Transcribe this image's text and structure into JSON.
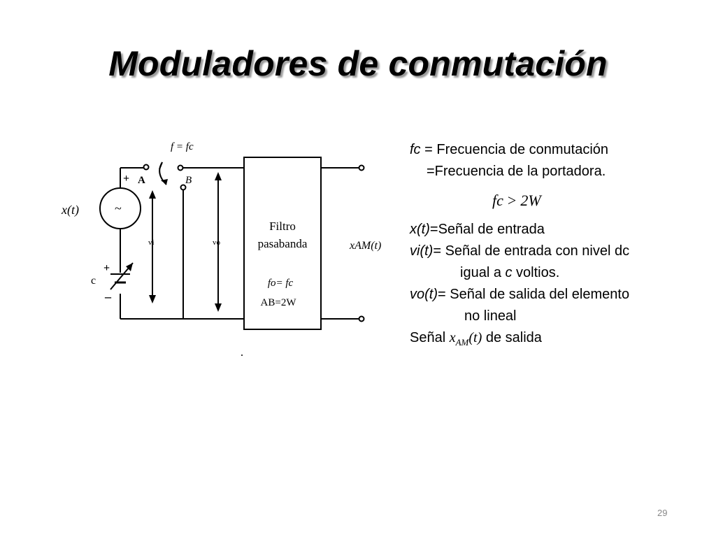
{
  "title": "Moduladores de conmutación",
  "diagram": {
    "switch_freq_label": "f = fc",
    "node_a": "A",
    "node_b": "B",
    "plus_top": "+",
    "input_label": "x(t)",
    "source_symbol": "~",
    "vi_label": "vi",
    "vo_label": "vo",
    "dc_label": "c",
    "dc_plus": "+",
    "dc_minus": "–",
    "filter_line1": "Filtro",
    "filter_line2": "pasabanda",
    "filter_fo": "fo= fc",
    "filter_bw": "AB=2W",
    "output_label": "xAM(t)"
  },
  "notes": {
    "line1_prefix": "fc",
    "line1_text": " = Frecuencia de conmutación",
    "line2": "=Frecuencia de la portadora.",
    "eq_left": "fc",
    "eq_op": ">",
    "eq_right": "2W",
    "x_prefix": "x(t)",
    "x_text": "=Señal de entrada",
    "vi_prefix": "vi(t)",
    "vi_text": "= Señal de entrada con nivel dc",
    "vi_cont_a": "igual a ",
    "vi_cont_c": "c",
    "vi_cont_b": " voltios.",
    "vo_prefix": "vo(t)",
    "vo_text": "= Señal de salida del elemento",
    "vo_cont": "no lineal",
    "out_a": "Señal ",
    "out_x": "x",
    "out_sub": "AM",
    "out_t": "(t)",
    "out_b": " de salida"
  },
  "page_number": "29"
}
